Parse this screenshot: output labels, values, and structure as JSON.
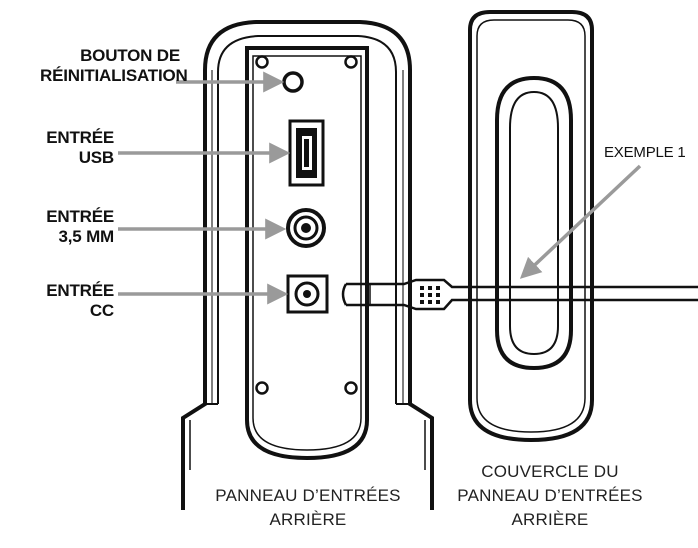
{
  "labels": {
    "reset_line1": "BOUTON DE",
    "reset_line2": "RÉINITIALISATION",
    "usb_line1": "ENTRÉE",
    "usb_line2": "USB",
    "jack_line1": "ENTRÉE",
    "jack_line2": "3,5 MM",
    "dc_line1": "ENTRÉE",
    "dc_line2": "CC",
    "example": "EXEMPLE 1"
  },
  "captions": {
    "rear_panel_line1": "PANNEAU D’ENTRÉES",
    "rear_panel_line2": "ARRIÈRE",
    "cover_line1": "COUVERCLE DU",
    "cover_line2": "PANNEAU D’ENTRÉES",
    "cover_line3": "ARRIÈRE"
  },
  "colors": {
    "line": "#111111",
    "arrow": "#9a9a9a"
  }
}
